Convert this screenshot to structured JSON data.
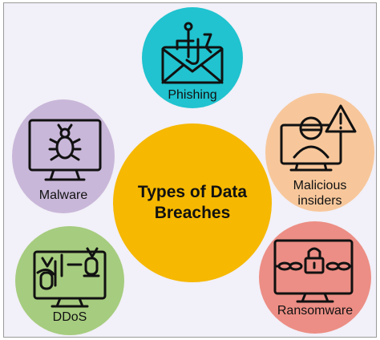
{
  "center": {
    "title": "Types of Data Breaches",
    "color": "#f6b800"
  },
  "nodes": {
    "phishing": {
      "label": "Phishing",
      "color": "#20c3cf",
      "icon": "envelope-hook-icon"
    },
    "malware": {
      "label": "Malware",
      "color": "#c9b7d9",
      "icon": "monitor-bug-icon"
    },
    "insiders": {
      "label_line1": "Malicious",
      "label_line2": "insiders",
      "color": "#f7c79b",
      "icon": "hacker-warning-icon"
    },
    "ddos": {
      "label": "DDoS",
      "color": "#a6cc7f",
      "icon": "monitor-bombs-icon"
    },
    "ransomware": {
      "label": "Ransomware",
      "color": "#ec8e85",
      "icon": "monitor-lock-chain-icon"
    }
  }
}
